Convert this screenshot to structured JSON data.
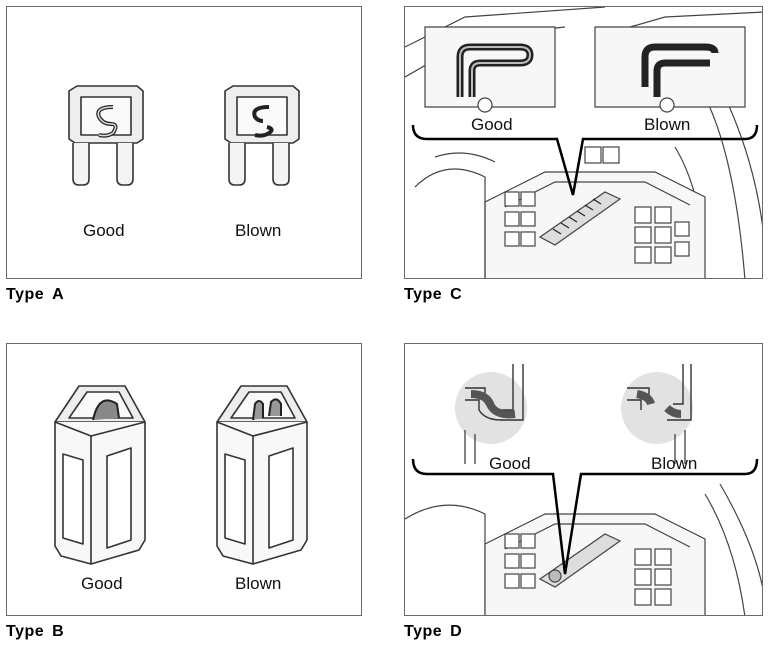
{
  "panels": {
    "a": {
      "type_word": "Type",
      "type_letter": "A",
      "good": "Good",
      "blown": "Blown"
    },
    "b": {
      "type_word": "Type",
      "type_letter": "B",
      "good": "Good",
      "blown": "Blown"
    },
    "c": {
      "type_word": "Type",
      "type_letter": "C",
      "good": "Good",
      "blown": "Blown"
    },
    "d": {
      "type_word": "Type",
      "type_letter": "D",
      "good": "Good",
      "blown": "Blown"
    }
  },
  "colors": {
    "line": "#333333",
    "fill": "#e6e6e6",
    "frame": "#6a6a6a"
  }
}
